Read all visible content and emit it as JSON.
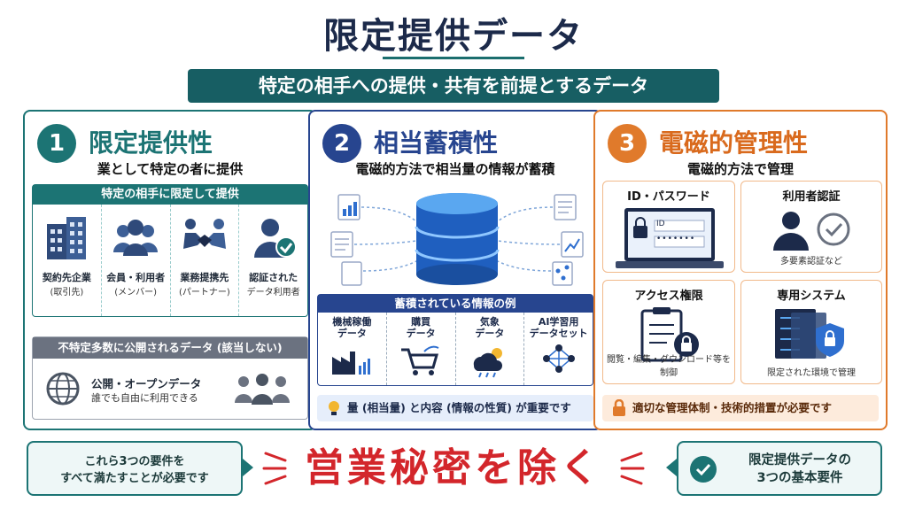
{
  "header": {
    "title": "限定提供データ",
    "subtitle": "特定の相手への提供・共有を前提とするデータ"
  },
  "colors": {
    "teal": "#1c7474",
    "navy": "#27458f",
    "orange": "#e07a2b",
    "red": "#d3262b"
  },
  "panel1": {
    "number": "1",
    "title": "限定提供性",
    "subtitle": "業として特定の者に提供",
    "group_header": "特定の相手に限定して提供",
    "items": [
      {
        "icon": "building-icon",
        "label": "契約先企業",
        "sub": "(取引先)"
      },
      {
        "icon": "members-icon",
        "label": "会員・利用者",
        "sub": "(メンバー)"
      },
      {
        "icon": "handshake-icon",
        "label": "業務提携先",
        "sub": "(パートナー)"
      },
      {
        "icon": "verified-user-icon",
        "label": "認証された",
        "sub": "データ利用者"
      }
    ],
    "public_header": "不特定多数に公開されるデータ (該当しない)",
    "public_title": "公開・オープンデータ",
    "public_sub": "誰でも自由に利用できる"
  },
  "panel2": {
    "number": "2",
    "title": "相当蓄積性",
    "subtitle": "電磁的方法で相当量の情報が蓄積",
    "examples_header": "蓄積されている情報の例",
    "examples": [
      {
        "line1": "機械稼働",
        "line2": "データ",
        "icon": "factory-icon"
      },
      {
        "line1": "購買",
        "line2": "データ",
        "icon": "cart-icon"
      },
      {
        "line1": "気象",
        "line2": "データ",
        "icon": "weather-icon"
      },
      {
        "line1": "AI学習用",
        "line2": "データセット",
        "icon": "network-icon"
      }
    ],
    "note": "量 (相当量) と内容 (情報の性質) が重要です"
  },
  "panel3": {
    "number": "3",
    "title": "電磁的管理性",
    "subtitle": "電磁的方法で管理",
    "cells": [
      {
        "title": "ID・パスワード",
        "footer": "",
        "field_id": "ID",
        "field_pw": "•••••••"
      },
      {
        "title": "利用者認証",
        "footer": "多要素認証など"
      },
      {
        "title": "アクセス権限",
        "footer": "閲覧・編集・ダウンロード等を制御"
      },
      {
        "title": "専用システム",
        "footer": "限定された環境で管理"
      }
    ],
    "note": "適切な管理体制・技術的措置が必要です"
  },
  "bottom": {
    "left_line1": "これら3つの要件を",
    "left_line2": "すべて満たすことが必要です",
    "center": "営業秘密を除く",
    "right_line1": "限定提供データの",
    "right_line2": "3つの基本要件"
  }
}
